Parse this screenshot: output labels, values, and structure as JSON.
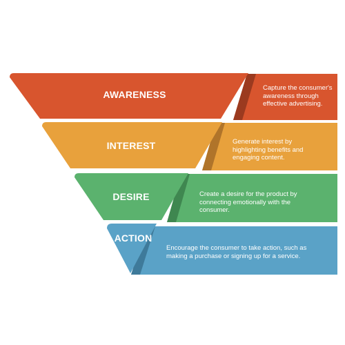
{
  "stages": [
    {
      "title": "AWARENESS",
      "description": "Capture the consumer's awareness through effective advertising.",
      "color": "#d8552e",
      "shadow": "#9b3a1f"
    },
    {
      "title": "INTEREST",
      "description": "Generate interest by highlighting benefits and engaging content.",
      "color": "#e8a13c",
      "shadow": "#b0742a"
    },
    {
      "title": "DESIRE",
      "description": "Create a desire for the product by connecting emotionally with the consumer.",
      "color": "#5bb26e",
      "shadow": "#3f8750"
    },
    {
      "title": "ACTION",
      "description": "Encourage the consumer to take action, such as making a purchase or signing up for a service.",
      "color": "#5aa2c7",
      "shadow": "#3e7a9a"
    }
  ]
}
